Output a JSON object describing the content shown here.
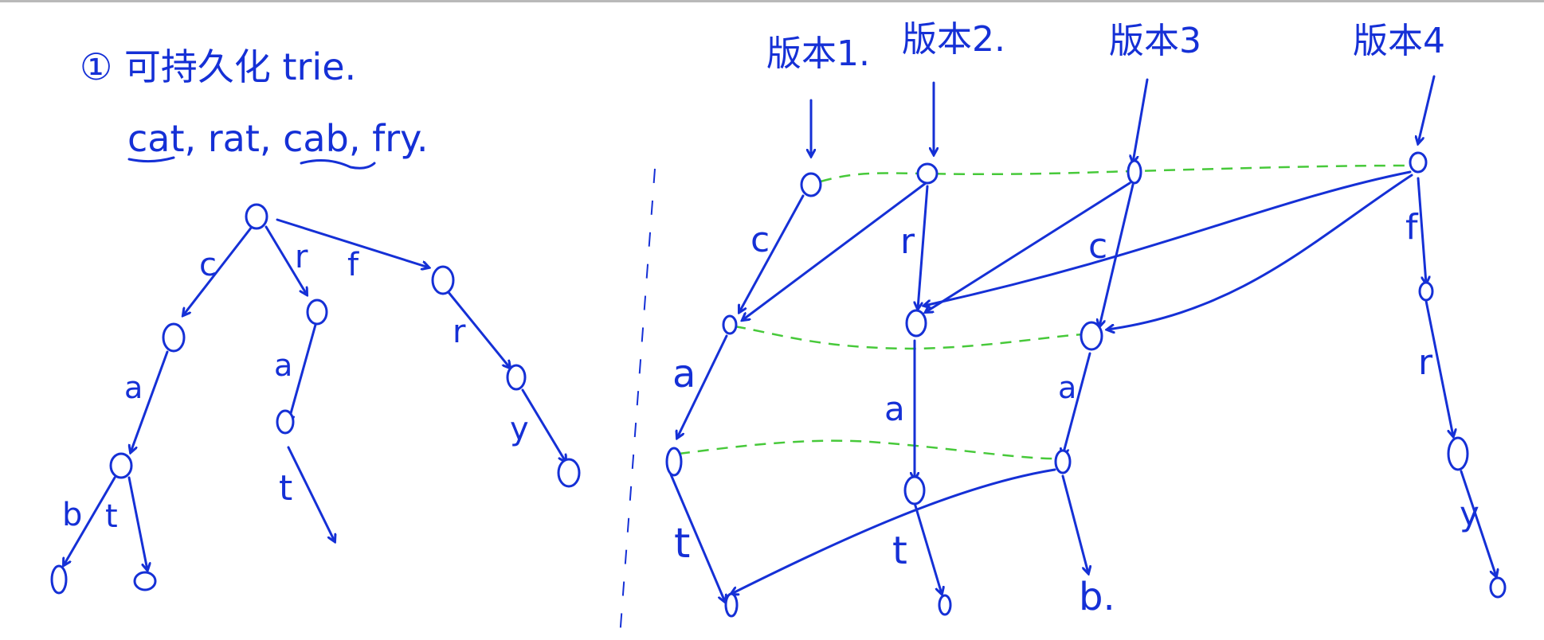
{
  "note": {
    "heading": "① 可持久化 trie.",
    "words": "cat, rat, cab, fry."
  },
  "left_tree": {
    "edges": [
      "c",
      "r",
      "f",
      "a",
      "a",
      "r",
      "y",
      "b",
      "t",
      "t"
    ]
  },
  "versions": {
    "v1": "版本1.",
    "v2": "版本2.",
    "v3": "版本3",
    "v4": "版本4"
  },
  "right_tree": {
    "edges": [
      "c",
      "r",
      "c",
      "f",
      "a",
      "a",
      "a",
      "r",
      "y",
      "t",
      "t",
      "b"
    ],
    "leaf_b": "b."
  },
  "colors": {
    "ink": "#1530d6",
    "shared_link": "#47c93a"
  }
}
